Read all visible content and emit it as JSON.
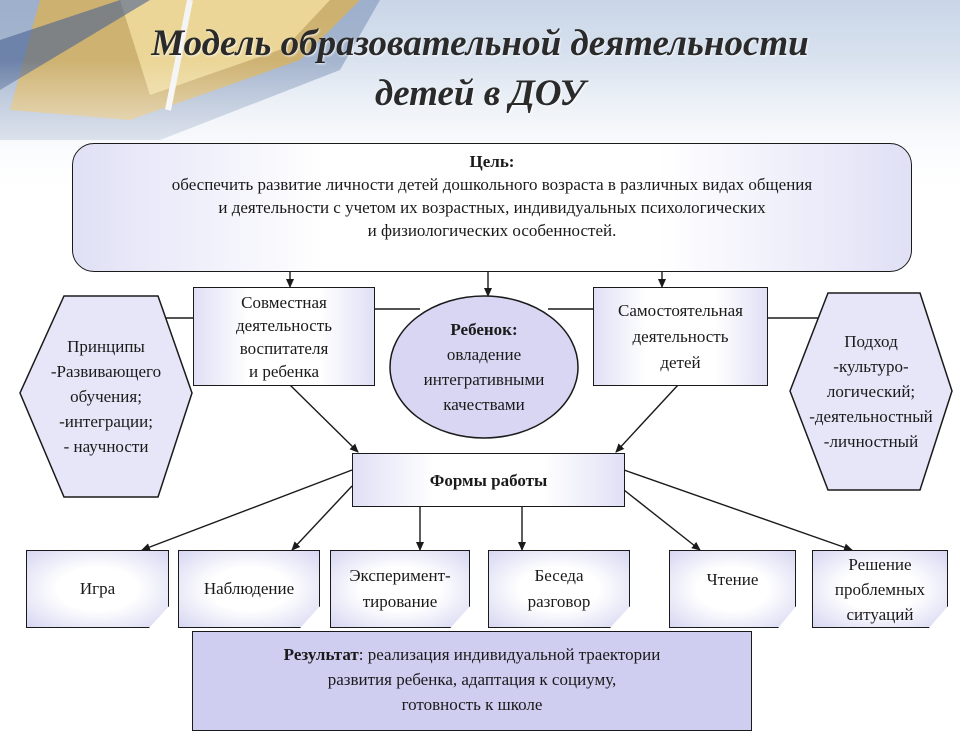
{
  "title": {
    "line1": "Модель образовательной деятельности",
    "line2": "детей в ДОУ"
  },
  "goal": {
    "label": "Цель:",
    "lines": [
      "обеспечить развитие личности детей дошкольного возраста в различных видах общения",
      "и деятельности с учетом их  возрастных, индивидуальных психологических",
      "и физиологических особенностей."
    ]
  },
  "joint_activity": {
    "lines": [
      "Совместная",
      "деятельность",
      "воспитателя",
      "и ребенка"
    ]
  },
  "child": {
    "label": "Ребенок:",
    "lines": [
      "овладение",
      "интегративными",
      "качествами"
    ]
  },
  "independent_activity": {
    "lines": [
      "Самостоятельная",
      "деятельность",
      "детей"
    ]
  },
  "principles": {
    "lines": [
      "Принципы",
      "-Развивающего",
      "обучения;",
      "-интеграции;",
      "- научности"
    ]
  },
  "approach": {
    "lines": [
      "Подход",
      "-культуро-",
      "логический;",
      "-деятельностный",
      "-личностный"
    ]
  },
  "work_forms": {
    "label": "Формы работы"
  },
  "forms": [
    {
      "lines": [
        "Игра"
      ]
    },
    {
      "lines": [
        "Наблюдение"
      ]
    },
    {
      "lines": [
        "Эксперимент-",
        "тирование"
      ]
    },
    {
      "lines": [
        "Беседа",
        "разговор"
      ]
    },
    {
      "lines": [
        "Чтение"
      ]
    },
    {
      "lines": [
        "Решение",
        "проблемных",
        "ситуаций"
      ]
    }
  ],
  "result": {
    "label": "Результат",
    "line1_rest": ": реализация индивидуальной траектории",
    "line2": "развития ребенка, адаптация к социуму,",
    "line3": "готовность к школе"
  },
  "colors": {
    "box_fill": "#e0e0f6",
    "result_fill": "#cfcdf0",
    "ellipse_fill": "#d8d6f2",
    "line": "#1a1a1a"
  }
}
